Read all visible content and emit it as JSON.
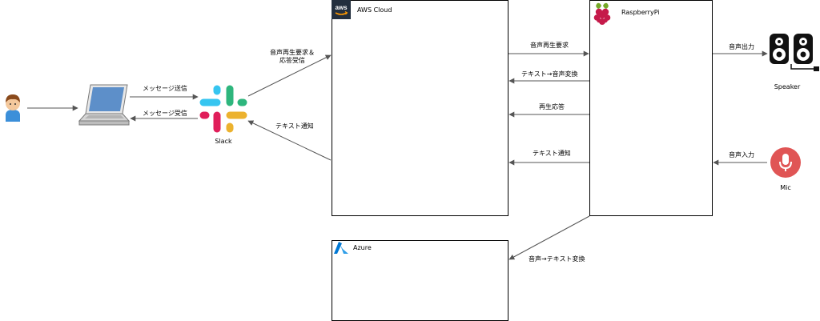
{
  "nodes": {
    "slack": "Slack",
    "speaker": "Speaker",
    "mic": "Mic"
  },
  "groups": {
    "aws": "AWS Cloud",
    "raspberrypi": "RaspberryPi",
    "azure": "Azure"
  },
  "edges": {
    "send_message": "メッセージ送信",
    "receive_message": "メッセージ受信",
    "play_request_line1": "音声再生要求＆",
    "play_request_line2": "応答受信",
    "text_notify_slack": "テキスト通知",
    "aws_to_pi_play": "音声再生要求",
    "pi_to_aws_tts": "テキスト→音声変換",
    "pi_to_aws_play_response": "再生応答",
    "pi_to_aws_text_notify": "テキスト通知",
    "pi_to_azure_stt": "音声→テキスト変換",
    "audio_out": "音声出力",
    "audio_in": "音声入力"
  },
  "colors": {
    "line": "#555555",
    "aws_dark": "#232f3e",
    "aws_orange": "#ff9900",
    "azure": "#0078d4",
    "raspberry": "#c51a4a",
    "raspberry_leaf": "#75a928",
    "mic_red": "#e05555",
    "slack_blue": "#36c5f0",
    "slack_green": "#2eb67d",
    "slack_yellow": "#ecb22e",
    "slack_red": "#e01e5a"
  },
  "icons": {
    "user": "user-avatar-icon",
    "laptop": "laptop-icon",
    "slack": "slack-logo-icon",
    "aws": "aws-logo-icon",
    "raspberrypi": "raspberry-pi-logo-icon",
    "azure": "azure-logo-icon",
    "speaker": "speaker-icon",
    "mic": "microphone-icon"
  }
}
